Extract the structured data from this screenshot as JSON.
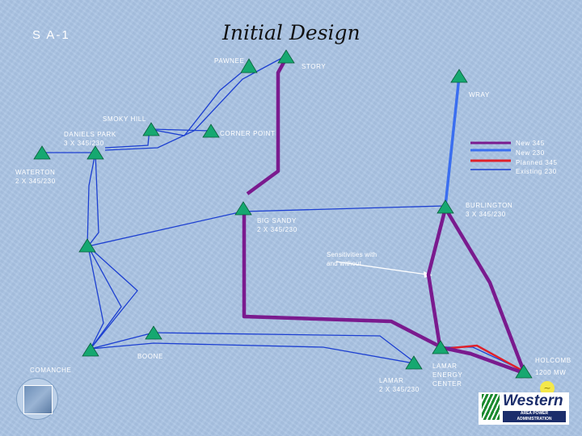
{
  "slide_id": "S A-1",
  "title": "Initial Design",
  "colors": {
    "new_345": "#7a1a8e",
    "new_230": "#3a6ef0",
    "planned_345": "#e0202a",
    "existing_230": "#1c3fd1"
  },
  "legend": [
    {
      "label": "New 345",
      "color_key": "new_345"
    },
    {
      "label": "New 230",
      "color_key": "new_230"
    },
    {
      "label": "Planned 345",
      "color_key": "planned_345"
    },
    {
      "label": "Existing 230",
      "color_key": "existing_230"
    }
  ],
  "labels": {
    "pawnee": "PAWNEE",
    "story": "STORY",
    "wray": "WRAY",
    "smoky_hill": "SMOKY HILL",
    "daniels_park": "DANIELS PARK",
    "daniels_park_sub": "3 X 345/230",
    "corner_point": "CORNER POINT",
    "waterton": "WATERTON",
    "waterton_sub": "2 X 345/230",
    "burlington": "BURLINGTON",
    "burlington_sub": "3 X 345/230",
    "big_sandy": "BIG SANDY",
    "big_sandy_sub": "2 X 345/230",
    "sensitivities_1": "Sensitivities with",
    "sensitivities_2": "and without",
    "boone": "BOONE",
    "comanche": "COMANCHE",
    "lamar": "LAMAR",
    "lamar_sub": "2 X 345/230",
    "lamar_energy_1": "LAMAR",
    "lamar_energy_2": "ENERGY",
    "lamar_energy_3": "CENTER",
    "holcomb": "HOLCOMB",
    "holcomb_mw": "1200 MW"
  },
  "logo": {
    "western_name": "Western",
    "western_band_1": "AREA POWER",
    "western_band_2": "ADMINISTRATION",
    "generator_symbol": "~"
  },
  "icons": {
    "substation": "triangle-icon",
    "generator": "generator-icon"
  }
}
